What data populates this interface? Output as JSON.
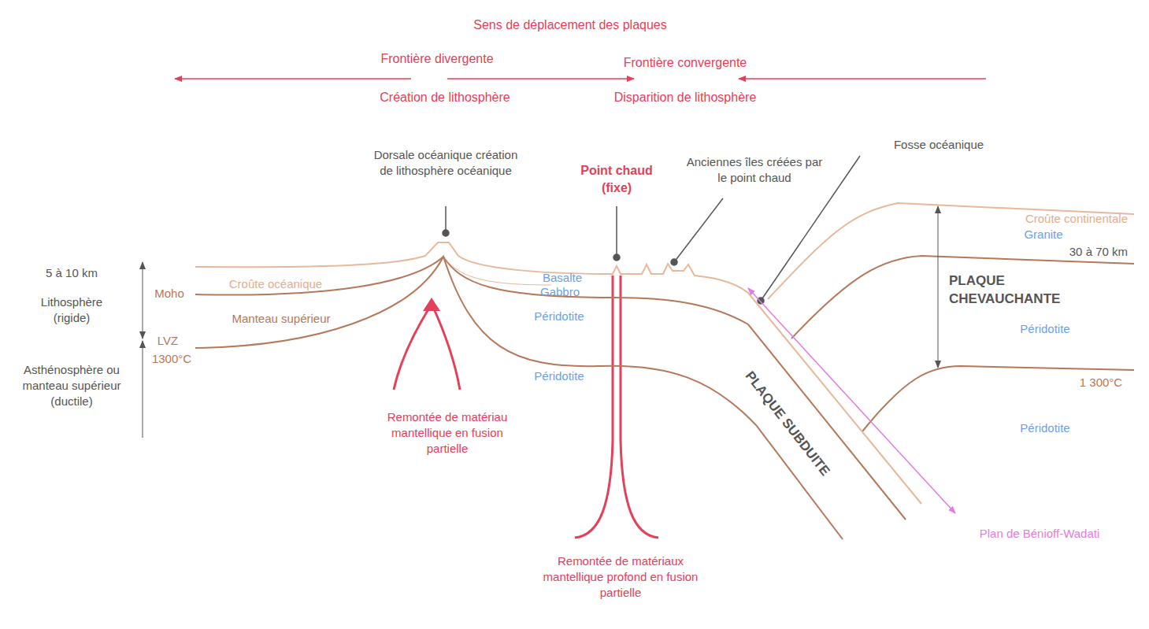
{
  "diagram": {
    "title": "Sens de déplacement des plaques",
    "labels": [
      "Frontière divergente",
      "Création de lithosphère",
      "Frontière convergente",
      "Disparition de lithosphère",
      "Dorsale océanique création de lithosphère océanique",
      "Point chaud (fixe)",
      "Anciennes îles créées par le point chaud",
      "Fosse océanique",
      "Croûte continentale",
      "Granite",
      "30 à 70 km",
      "5 à 10 km",
      "Lithosphère (rigide)",
      "Moho",
      "Croûte océanique",
      "Basalte",
      "Gabbro",
      "PLAQUE CHEVAUCHANTE",
      "Péridotite",
      "Péridotite",
      "Manteau supérieur",
      "LVZ",
      "1300°C",
      "Asthénosphère ou manteau supérieur (ductile)",
      "Péridotite",
      "1 300°C",
      "PLAQUE SUBDUITE",
      "Péridotite",
      "Remontée de matériau mantellique en fusion partielle",
      "Plan de Bénioff-Wadati",
      "Remontée de matériaux mantellique profond en fusion partielle"
    ]
  }
}
